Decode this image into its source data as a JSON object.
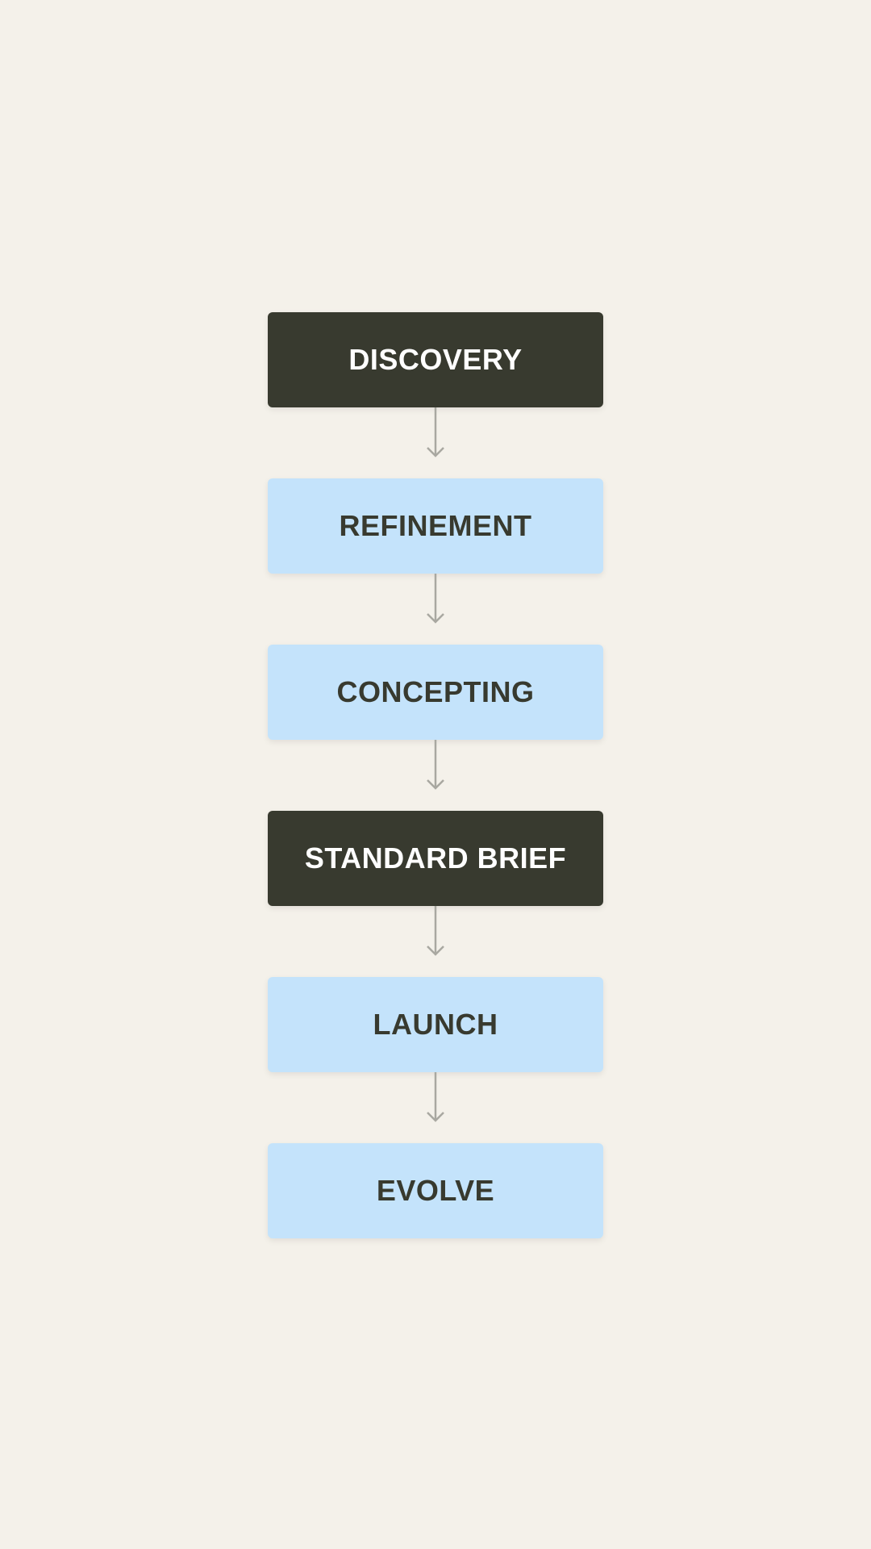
{
  "diagram": {
    "steps": [
      {
        "label": "DISCOVERY",
        "style": "dark"
      },
      {
        "label": "REFINEMENT",
        "style": "light"
      },
      {
        "label": "CONCEPTING",
        "style": "light"
      },
      {
        "label": "STANDARD BRIEF",
        "style": "dark"
      },
      {
        "label": "LAUNCH",
        "style": "light"
      },
      {
        "label": "EVOLVE",
        "style": "light"
      }
    ]
  },
  "colors": {
    "background": "#f4f1ea",
    "dark_box": "#383a2f",
    "light_box": "#c4e3fb",
    "arrow": "#a9a8a1"
  }
}
